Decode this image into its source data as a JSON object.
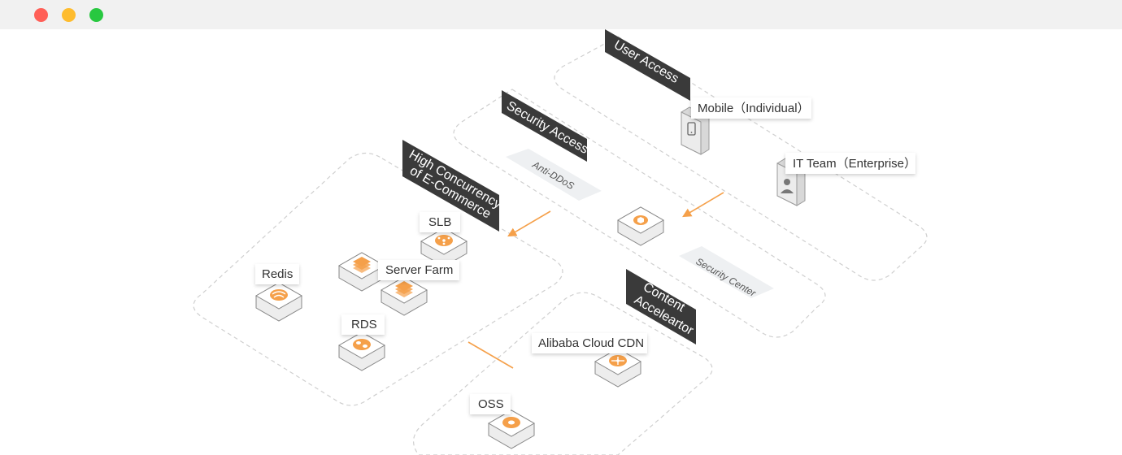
{
  "zones": {
    "user_access": "User Access",
    "security_access": "Security Access",
    "high_concurrency_line1": "High Concurrency",
    "high_concurrency_line2": "of E-Commerce",
    "content_accelerator_line1": "Content",
    "content_accelerator_line2": "Acceleartor"
  },
  "tags": {
    "anti_ddos": "Anti-DDoS",
    "security_center": "Security Center"
  },
  "nodes": {
    "mobile": "Mobile（Individual）",
    "it_team": "IT Team（Enterprise）",
    "slb": "SLB",
    "server_farm": "Server Farm",
    "redis": "Redis",
    "rds": "RDS",
    "cdn": "Alibaba Cloud CDN",
    "oss": "OSS"
  },
  "colors": {
    "accent": "#f5a04a",
    "banner": "#3a3a3a",
    "dashed": "#c8c8c8",
    "tag_bg": "#eef0f2"
  },
  "icons": {
    "mobile": "phone-icon",
    "it_team": "person-icon",
    "slb": "load-balancer-icon",
    "server_farm": "server-stack-icon",
    "redis": "redis-icon",
    "rds": "database-icon",
    "cdn": "cdn-icon",
    "oss": "storage-icon",
    "security": "shield-icon"
  }
}
